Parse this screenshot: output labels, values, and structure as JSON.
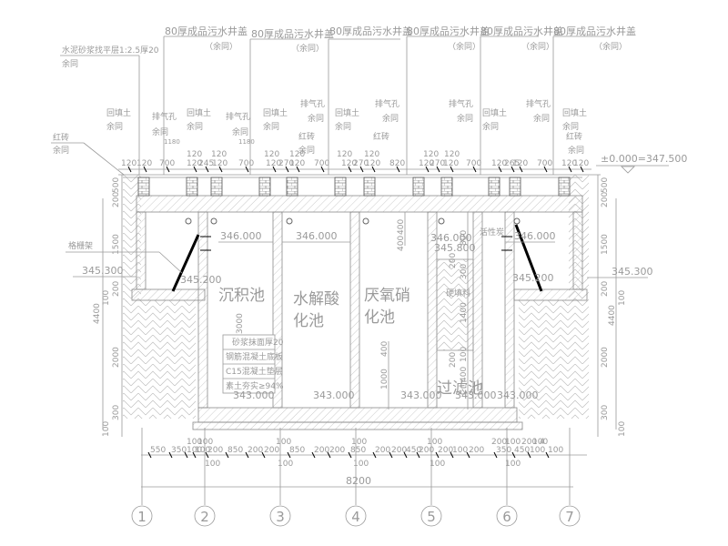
{
  "drawing": {
    "title": "化粪池剖面图",
    "elevation_ground": "±0.000=347.500",
    "top_labels": [
      {
        "text": "水泥砂浆找平层1:2.5厚20",
        "sub": "余同"
      },
      {
        "text": "80厚成品污水井盖",
        "sub": "（余同）"
      },
      {
        "text": "80厚成品污水井盖",
        "sub": "（余同）"
      },
      {
        "text": "80厚成品污水井盖",
        "sub": "（余同）"
      },
      {
        "text": "80厚成品污水井盖",
        "sub": "（余同）"
      },
      {
        "text": "80厚成品污水井盖",
        "sub": "（余同）"
      },
      {
        "text": "80厚成品污水井盖",
        "sub": "（余同）"
      }
    ],
    "callouts": [
      {
        "text": "红砖",
        "sub": "余同"
      },
      {
        "text": "回填土",
        "sub": "余同"
      },
      {
        "text": "排气孔",
        "sub": "余同"
      },
      {
        "text": "回填土",
        "sub": "余同"
      },
      {
        "text": "排气孔",
        "sub": "余同"
      },
      {
        "text": "回填土",
        "sub": "余同"
      },
      {
        "text": "排气孔",
        "sub": "余同"
      },
      {
        "text": "红砖",
        "sub": "余同"
      },
      {
        "text": "回填土",
        "sub": "余同"
      },
      {
        "text": "排气孔",
        "sub": "余同"
      },
      {
        "text": "红砖",
        "sub": "余同"
      },
      {
        "text": "排气孔",
        "sub": "余同"
      },
      {
        "text": "回填土",
        "sub": "余同"
      },
      {
        "text": "排气孔",
        "sub": "余同"
      },
      {
        "text": "回填土",
        "sub": "余同"
      },
      {
        "text": "红砖",
        "sub": "余同"
      }
    ],
    "span_1180": "1180",
    "top_dims": [
      "120",
      "120",
      "700",
      "120",
      "245",
      "120",
      "700",
      "120",
      "270",
      "120",
      "700",
      "120",
      "270",
      "120",
      "820",
      "120",
      "270",
      "120",
      "700",
      "120",
      "265",
      "120",
      "700",
      "120",
      "120"
    ],
    "top_dims_upper": [
      "120",
      "120",
      "120",
      "120",
      "120",
      "120",
      "120",
      "120"
    ],
    "chambers": {
      "c1": "沉积池",
      "c2a": "水解酸",
      "c2b": "化池",
      "c3a": "厌氧硝",
      "c3b": "化池",
      "c4": "过滤池"
    },
    "annotations": {
      "grate": "格栅架",
      "activated_carbon": "活性炭",
      "filler": "硬填料",
      "layers": [
        "砂浆抹面厚20",
        "钢筋混凝土底板",
        "C15混凝土垫层",
        "素土夯实≥94%"
      ]
    },
    "elevations": {
      "water_level_1": "346.000",
      "water_level_2": "346.000",
      "water_level_3": "346.000",
      "water_level_4": "346.000",
      "filter_top": "345.800",
      "left_outer": "345.300",
      "right_outer": "345.300",
      "left_inner": "345.200",
      "right_inner": "345.200",
      "bottom_1": "343.000",
      "bottom_2": "343.000",
      "bottom_3": "343.000",
      "bottom_4": "343.000",
      "bottom_5": "343.000"
    },
    "vertical_dims": {
      "left": [
        "500",
        "200",
        "1500",
        "200",
        "100",
        "2000",
        "300",
        "100"
      ],
      "left_total": "4400",
      "right": [
        "500",
        "200",
        "1500",
        "200",
        "100",
        "2000",
        "300",
        "100"
      ],
      "right_total": "4400",
      "inner_3000": "3000",
      "inner_400a": "400",
      "inner_400b": "400",
      "inner_400c": "400",
      "inner_1000": "1000",
      "filter_800": "800",
      "filter_200a": "200",
      "filter_300": "300",
      "filter_1400": "1400",
      "filter_200b": "200",
      "filter_100": "100",
      "filter_400": "400"
    },
    "bottom_dims": [
      "550",
      "350",
      "100",
      "100",
      "200",
      "850",
      "200",
      "200",
      "850",
      "200",
      "200",
      "850",
      "200",
      "200",
      "450",
      "200",
      "200",
      "100",
      "200",
      "350",
      "450",
      "100",
      "100"
    ],
    "bottom_dims_upper": [
      "100",
      "100",
      "100",
      "100",
      "100",
      "200",
      "100",
      "200",
      "100",
      "4"
    ],
    "bottom_dims_lower": [
      "100",
      "100",
      "100",
      "100",
      "100"
    ],
    "total_width": "8200",
    "axes": [
      "1",
      "2",
      "3",
      "4",
      "5",
      "6",
      "7"
    ]
  }
}
